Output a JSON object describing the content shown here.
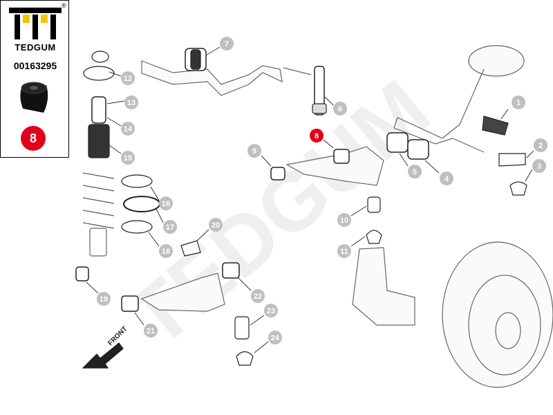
{
  "brand": {
    "name": "TEDGUM",
    "registered_mark": "®",
    "part_number": "00163295",
    "selected_position": "8"
  },
  "watermark": "TEDGUM",
  "front_label": "FRONT",
  "colors": {
    "accent": "#e1001a",
    "callout_gray": "#bfbfbf",
    "line": "#555555",
    "watermark": "#eeeeee"
  },
  "callouts": [
    "1",
    "2",
    "3",
    "4",
    "5",
    "6",
    "7",
    "8",
    "9",
    "10",
    "11",
    "12",
    "13",
    "14",
    "15",
    "16",
    "17",
    "18",
    "19",
    "20",
    "21",
    "22",
    "23",
    "24"
  ]
}
